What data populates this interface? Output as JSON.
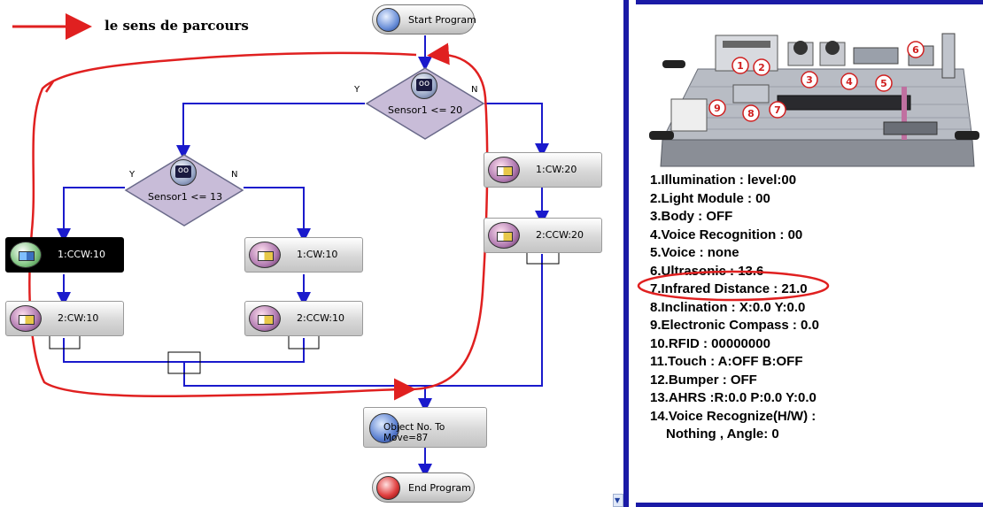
{
  "legend": {
    "label": "le sens de parcours",
    "color": "#e02020"
  },
  "colors": {
    "connector": "#1a1acc",
    "annotation": "#e02020",
    "panel_border": "#1a1aa6",
    "active_node": "#000000"
  },
  "flowchart": {
    "start": "Start Program",
    "end": "End Program",
    "decision_top": {
      "label": "Sensor1 <= 20",
      "yes": "Y",
      "no": "N",
      "icon": "sensor-icon"
    },
    "decision_left": {
      "label": "Sensor1 <= 13",
      "yes": "Y",
      "no": "N",
      "icon": "sensor-icon"
    },
    "right_branch": [
      "1:CW:20",
      "2:CCW:20"
    ],
    "left_branch": [
      "1:CCW:10",
      "2:CW:10"
    ],
    "middle_branch": [
      "1:CW:10",
      "2:CCW:10"
    ],
    "object_node": "Object No. To Move=87",
    "icons": {
      "motor": "motor-icon",
      "start": "computer-icon",
      "end": "stop-icon",
      "object": "arrow-icon"
    }
  },
  "sensor_panel": {
    "photo_callouts": [
      "1",
      "2",
      "3",
      "4",
      "5",
      "6",
      "7",
      "8",
      "9"
    ],
    "lines": [
      "1.Illumination : level:00",
      "2.Light Module : 00",
      "3.Body : OFF",
      "4.Voice Recognition : 00",
      "5.Voice : none",
      "6.Ultrasonic : 13.6",
      "7.Infrared Distance : 21.0",
      "8.Inclination : X:0.0 Y:0.0",
      "9.Electronic Compass : 0.0",
      "10.RFID : 00000000",
      "11.Touch : A:OFF  B:OFF",
      "12.Bumper : OFF",
      "13.AHRS :R:0.0 P:0.0 Y:0.0",
      "14.Voice Recognize(H/W) :",
      "Nothing , Angle: 0"
    ]
  }
}
